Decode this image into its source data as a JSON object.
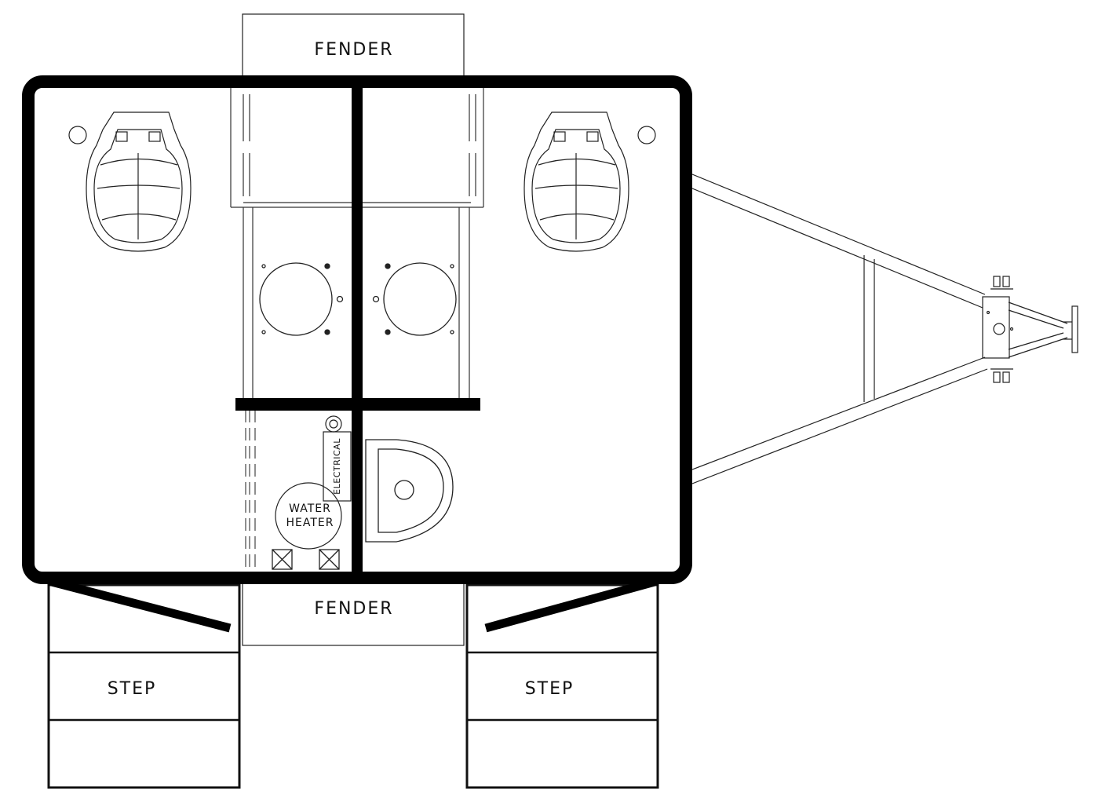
{
  "labels": {
    "fender_top": "FENDER",
    "fender_bottom": "FENDER",
    "step_left": "STEP",
    "step_right": "STEP",
    "electrical": "ELECTRICAL",
    "water_heater_line1": "WATER",
    "water_heater_line2": "HEATER"
  },
  "colors": {
    "wall": "#000000",
    "line": "#222222",
    "background": "#ffffff"
  }
}
